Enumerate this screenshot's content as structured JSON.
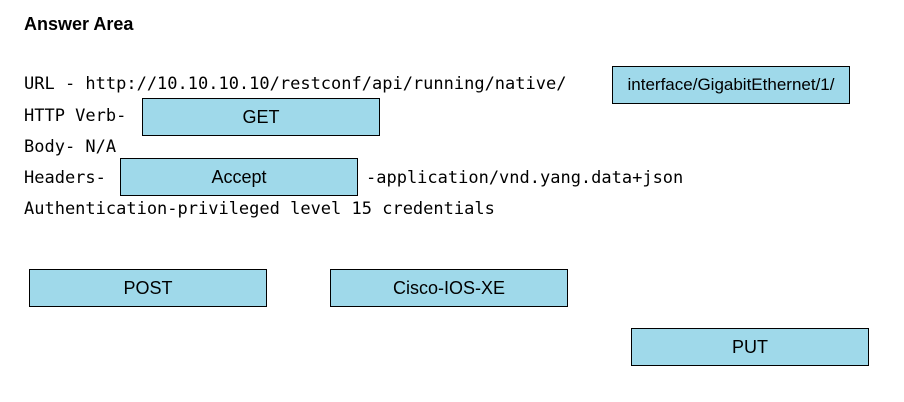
{
  "answer_area": {
    "title": "Answer Area",
    "lines": {
      "url_label": "URL - http://10.10.10.10/restconf/api/running/native/",
      "http_verb_label": "HTTP Verb-",
      "body_label": "Body- N/A",
      "headers_label": "Headers-",
      "headers_suffix": "-application/vnd.yang.data+json",
      "authentication_label": "Authentication-privileged level 15 credentials"
    },
    "placed_answers": {
      "url_target": "interface/GigabitEthernet/1/",
      "verb_target": "GET",
      "header_target": "Accept"
    },
    "options": [
      "POST",
      "Cisco-IOS-XE",
      "PUT"
    ]
  },
  "colors": {
    "box_fill": "#9fd9ea",
    "box_border": "#000000",
    "text": "#000000",
    "background": "#ffffff"
  }
}
